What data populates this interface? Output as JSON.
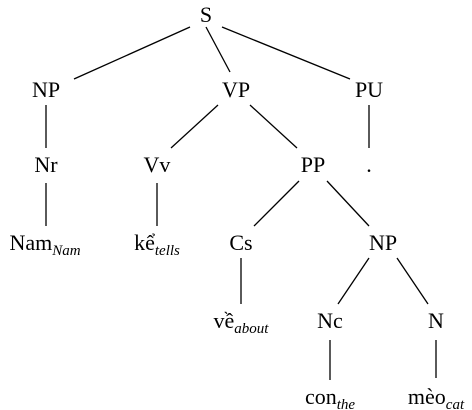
{
  "tree": {
    "nodes": [
      {
        "id": "s",
        "label": "S"
      },
      {
        "id": "np1",
        "label": "NP"
      },
      {
        "id": "vp",
        "label": "VP"
      },
      {
        "id": "pu",
        "label": "PU"
      },
      {
        "id": "nr",
        "label": "Nr"
      },
      {
        "id": "vv",
        "label": "Vv"
      },
      {
        "id": "pp",
        "label": "PP"
      },
      {
        "id": "dot",
        "label": "."
      },
      {
        "id": "nam",
        "label": "Nam",
        "gloss": "Nam"
      },
      {
        "id": "ke",
        "label": "kể",
        "gloss": "tells"
      },
      {
        "id": "cs",
        "label": "Cs"
      },
      {
        "id": "np2",
        "label": "NP"
      },
      {
        "id": "ve",
        "label": "về",
        "gloss": "about"
      },
      {
        "id": "nc",
        "label": "Nc"
      },
      {
        "id": "n",
        "label": "N"
      },
      {
        "id": "con",
        "label": "con",
        "gloss": "the"
      },
      {
        "id": "meo",
        "label": "mèo",
        "gloss": "cat"
      }
    ],
    "edges": [
      [
        "s",
        "np1"
      ],
      [
        "s",
        "vp"
      ],
      [
        "s",
        "pu"
      ],
      [
        "np1",
        "nr"
      ],
      [
        "nr",
        "nam"
      ],
      [
        "vp",
        "vv"
      ],
      [
        "vp",
        "pp"
      ],
      [
        "vv",
        "ke"
      ],
      [
        "pp",
        "cs"
      ],
      [
        "pp",
        "np2"
      ],
      [
        "cs",
        "ve"
      ],
      [
        "np2",
        "nc"
      ],
      [
        "np2",
        "n"
      ],
      [
        "nc",
        "con"
      ],
      [
        "n",
        "meo"
      ],
      [
        "pu",
        "dot"
      ]
    ]
  }
}
